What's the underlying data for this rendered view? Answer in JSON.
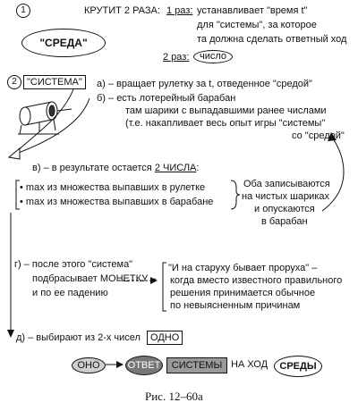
{
  "step1": {
    "number": "1",
    "title": "КРУТИТ 2 РАЗА:",
    "raz1_label": "1 раз:",
    "raz1_text": "устанавливает \"время t\"",
    "raz1_line2": "для \"системы\", за которое",
    "raz1_line3": "та должна сделать ответный ход",
    "raz2_label": "2 раз:",
    "raz2_value": "число",
    "sreda": "\"СРЕДА\""
  },
  "step2": {
    "number": "2",
    "sistema": "\"СИСТЕМА\"",
    "a": "а) – вращает рулетку за t, отведенное \"средой\"",
    "b1": "б) – есть лотерейный барабан",
    "b2": "там шарики с выпадавшими ранее числами",
    "b3": "(т.е. накапливает весь опыт игры \"системы\"",
    "b4": "со \"средой\""
  },
  "step_v": {
    "text_prefix": "в) – в результате остается",
    "two_numbers": "2 ЧИСЛА",
    "colon": ":",
    "item1": "max из множества выпавших в рулетке",
    "item2": "max из множества выпавших в барабане",
    "note1": "Оба записываются",
    "note2": "на чистых шариках",
    "note3": "и опускаются",
    "note4": "в барабан"
  },
  "step_g": {
    "line1": "г) – после этого \"система\"",
    "line2": "подбрасывает МОНЕТКУ –",
    "line3": "и по ее падению",
    "quote1": "\"И на старуху бывает проруха\" –",
    "quote2": "когда вместо известного правильного",
    "quote3": "решения принимается обычное",
    "quote4": "по невыясненным причинам"
  },
  "step_d": {
    "text": "д) – выбирают из 2-х чисел",
    "odno": "ОДНО"
  },
  "bottom": {
    "ono": "ОНО",
    "otvet": "ОТВЕТ",
    "sistemy": "СИСТЕМЫ",
    "na_hod": "НА ХОД",
    "sredy": "СРЕДЫ"
  },
  "caption": "Рис. 12–60а"
}
